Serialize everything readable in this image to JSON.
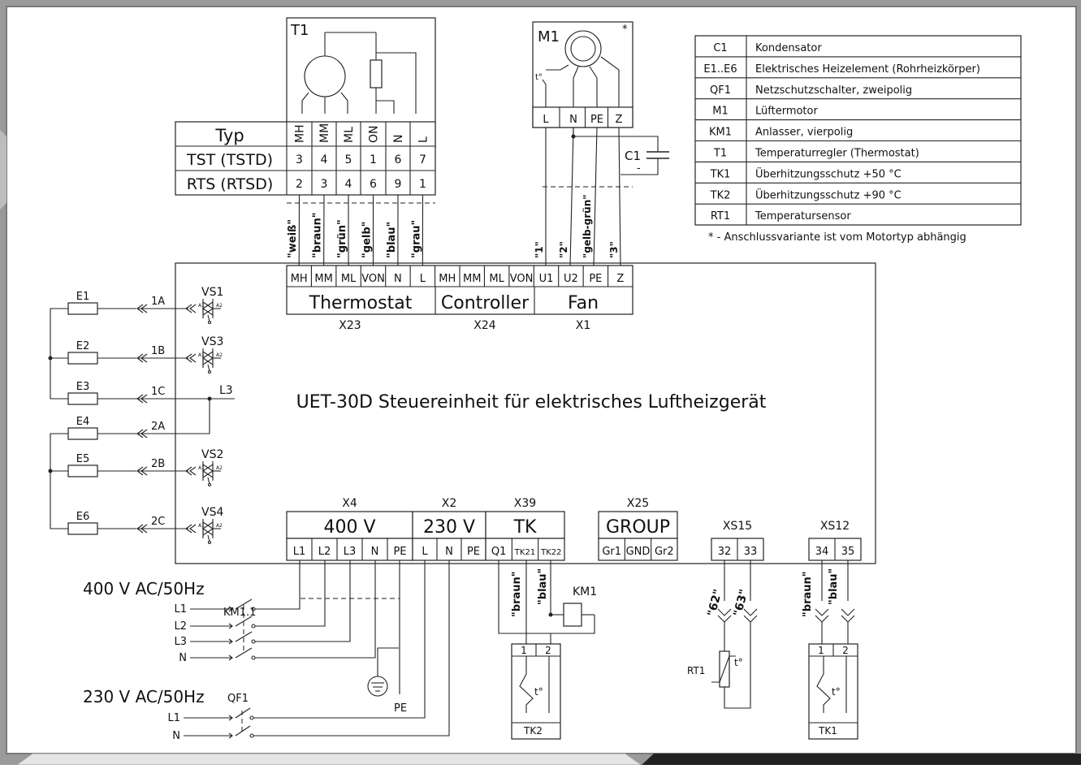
{
  "title": "UET-30D Steuereinheit für elektrisches Luftheizgerät",
  "legend_note": "* - Anschlussvariante ist vom Motortyp abhängig",
  "legend": [
    {
      "code": "C1",
      "desc": "Kondensator"
    },
    {
      "code": "E1..E6",
      "desc": "Elektrisches Heizelement (Rohrheizkörper)"
    },
    {
      "code": "QF1",
      "desc": "Netzschutzschalter, zweipolig"
    },
    {
      "code": "M1",
      "desc": "Lüftermotor"
    },
    {
      "code": "KM1",
      "desc": "Anlasser, vierpolig"
    },
    {
      "code": "T1",
      "desc": "Temperaturregler (Thermostat)"
    },
    {
      "code": "TK1",
      "desc": "Überhitzungsschutz +50 °C"
    },
    {
      "code": "TK2",
      "desc": "Überhitzungsschutz +90 °C"
    },
    {
      "code": "RT1",
      "desc": "Temperatursensor"
    }
  ],
  "thermostat": {
    "id": "T1",
    "type_label": "Typ",
    "terminals": [
      "MH",
      "MM",
      "ML",
      "ON",
      "N",
      "L"
    ],
    "rows": [
      {
        "name": "TST (TSTD)",
        "values": [
          "3",
          "4",
          "5",
          "1",
          "6",
          "7"
        ]
      },
      {
        "name": "RTS (RTSD)",
        "values": [
          "2",
          "3",
          "4",
          "6",
          "9",
          "1"
        ]
      }
    ],
    "wire_colors": [
      "\"weiß\"",
      "\"braun\"",
      "\"grün\"",
      "\"gelb\"",
      "\"blau\"",
      "\"grau\""
    ]
  },
  "motor": {
    "id": "M1",
    "star": "*",
    "temp_mark": "t°",
    "terminals": [
      "L",
      "N",
      "PE",
      "Z"
    ],
    "capacitor": "C1",
    "cap_sign": "-",
    "wire_labels": [
      "\"1\"",
      "\"2\"",
      "\"gelb-grün\"",
      "\"3\""
    ]
  },
  "top_connectors": {
    "terminals": [
      "MH",
      "MM",
      "ML",
      "VON",
      "N",
      "L",
      "MH",
      "MM",
      "ML",
      "VON",
      "U1",
      "U2",
      "PE",
      "Z"
    ],
    "groups": [
      {
        "label": "Thermostat",
        "id": "X23"
      },
      {
        "label": "Controller",
        "id": "X24"
      },
      {
        "label": "Fan",
        "id": "X1"
      }
    ]
  },
  "heaters": [
    {
      "name": "E1",
      "line": "1A",
      "triac": "VS1"
    },
    {
      "name": "E2",
      "line": "1B",
      "triac": "VS3"
    },
    {
      "name": "E3",
      "line": "1C",
      "triac": ""
    },
    {
      "name": "E4",
      "line": "2A",
      "triac": ""
    },
    {
      "name": "E5",
      "line": "2B",
      "triac": "VS2"
    },
    {
      "name": "E6",
      "line": "2C",
      "triac": "VS4"
    }
  ],
  "triac_pins": {
    "a1": "A1",
    "a2": "A2"
  },
  "l3_label": "L3",
  "bottom_connectors": {
    "x4": {
      "id": "X4",
      "label": "400 V",
      "terminals": [
        "L1",
        "L2",
        "L3",
        "N",
        "PE"
      ]
    },
    "x2": {
      "id": "X2",
      "label": "230 V",
      "terminals": [
        "L",
        "N",
        "PE"
      ]
    },
    "x39": {
      "id": "X39",
      "label": "TK",
      "terminals": [
        "Q1",
        "TK21",
        "TK22"
      ]
    },
    "x25": {
      "id": "X25",
      "label": "GROUP",
      "terminals": [
        "Gr1",
        "GND",
        "Gr2"
      ]
    },
    "xs15": {
      "id": "XS15",
      "terminals": [
        "32",
        "33"
      ]
    },
    "xs12": {
      "id": "XS12",
      "terminals": [
        "34",
        "35"
      ]
    }
  },
  "supply400": {
    "label": "400 V AC/50Hz",
    "switch": "KM1.1",
    "lines": [
      "L1",
      "L2",
      "L3",
      "N"
    ]
  },
  "supply230": {
    "label": "230 V AC/50Hz",
    "switch": "QF1",
    "lines": [
      "L1",
      "N"
    ]
  },
  "pe_label": "PE",
  "km1": "KM1",
  "tk2": {
    "name": "TK2",
    "pins": [
      "1",
      "2"
    ],
    "temp": "t°"
  },
  "tk1": {
    "name": "TK1",
    "pins": [
      "1",
      "2"
    ],
    "temp": "t°"
  },
  "rt1": {
    "name": "RT1",
    "temp": "t°"
  },
  "tk_wires": [
    "\"braun\"",
    "\"blau\""
  ],
  "xs15_wires": [
    "\"62\"",
    "\"63\""
  ],
  "xs12_wires": [
    "\"braun\"",
    "\"blau\""
  ]
}
